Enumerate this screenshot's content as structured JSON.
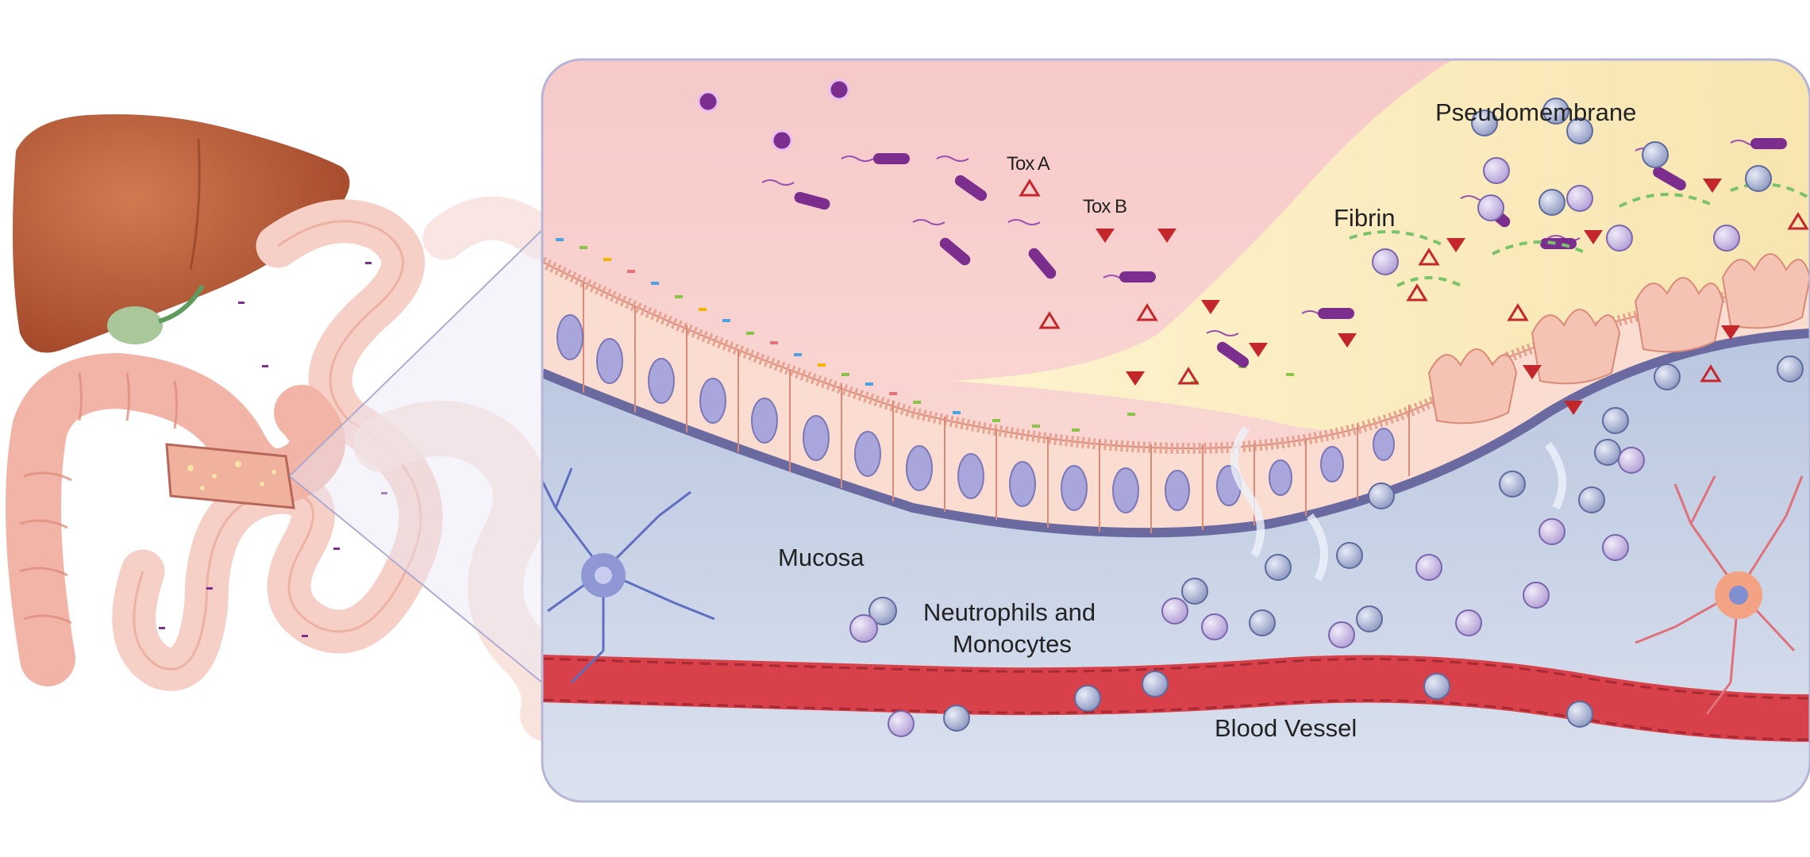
{
  "labels": {
    "tox_a": "Tox A",
    "tox_b": "Tox B",
    "pseudomembrane": "Pseudomembrane",
    "fibrin": "Fibrin",
    "mucosa": "Mucosa",
    "neutrophils_line1": "Neutrophils and",
    "neutrophils_line2": "Monocytes",
    "blood_vessel": "Blood Vessel"
  },
  "colors": {
    "lumen": "#f9d3d0",
    "pseudomembrane": "#fbeec4",
    "mucosa": "#c9d4e6",
    "basement_membrane": "#6a6aa0",
    "epithelium": "#fbdcd0",
    "nucleus": "#a9a6dc",
    "vessel": "#d9414a",
    "bacteria": "#7b2e8e",
    "toxin": "#c3262b",
    "neutrophil": "#8d99c2",
    "monocyte": "#b8a7d8",
    "liver": "#b45331",
    "intestine": "#f2b6a9"
  }
}
